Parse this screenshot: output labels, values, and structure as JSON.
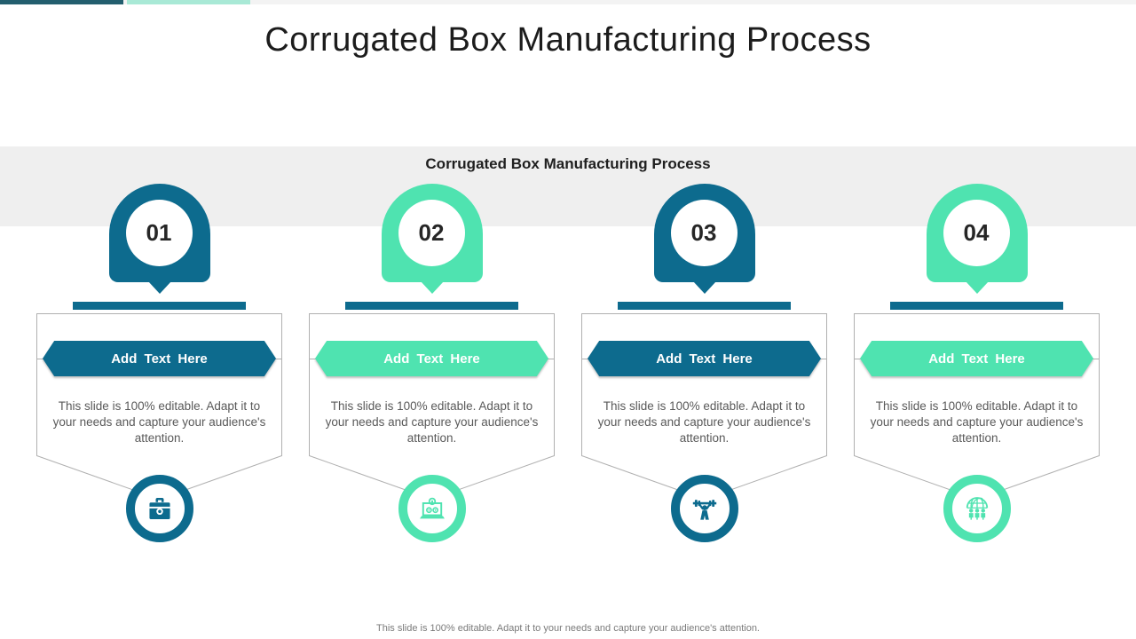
{
  "page": {
    "title": "Corrugated Box Manufacturing Process",
    "subtitle": "Corrugated Box Manufacturing Process",
    "footer": "This slide is 100% editable. Adapt it to your needs and capture your audience's attention."
  },
  "colors": {
    "accent_teal": "#0d6b8e",
    "accent_mint": "#4fe3b0",
    "topbar_dark": "#235e6e",
    "topbar_mint": "#a9e9d6",
    "band_gray": "#efefef"
  },
  "steps": [
    {
      "number": "01",
      "banner_label": "Add Text Here",
      "description": "This slide is 100% editable. Adapt it to your needs and capture your audience's attention.",
      "accent": "#0d6b8e",
      "icon": "toolbox-icon"
    },
    {
      "number": "02",
      "banner_label": "Add Text Here",
      "description": "This slide is 100% editable. Adapt it to your needs and capture your audience's attention.",
      "accent": "#4fe3b0",
      "icon": "laptop-gears-icon"
    },
    {
      "number": "03",
      "banner_label": "Add Text Here",
      "description": "This slide is 100% editable. Adapt it to your needs and capture your audience's attention.",
      "accent": "#0d6b8e",
      "icon": "weightlifter-icon"
    },
    {
      "number": "04",
      "banner_label": "Add Text Here",
      "description": "This slide is 100% editable. Adapt it to your needs and capture your audience's attention.",
      "accent": "#4fe3b0",
      "icon": "globe-team-icon"
    }
  ]
}
